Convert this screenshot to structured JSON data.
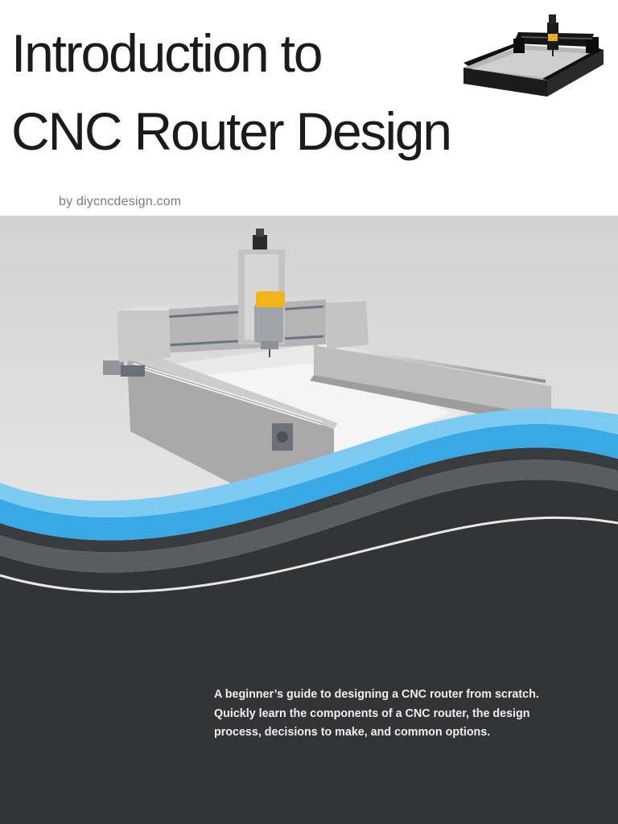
{
  "cover": {
    "title_lines": [
      "Introduction to",
      "CNC Router Design"
    ],
    "byline": "by diycncdesign.com",
    "tagline_lines": [
      "A beginner’s guide to designing a CNC router from scratch.",
      "Quickly learn the components of a CNC router, the design",
      "process, decisions to make, and common options."
    ]
  },
  "colors": {
    "title": "#1b1b1b",
    "byline": "#7b7b7b",
    "wave_light_blue": "#7dcbf3",
    "wave_blue": "#39a9e6",
    "wave_dark": "#333435",
    "wave_mid": "#5b5c5e",
    "tagline": "#eeeeee"
  },
  "icons": {
    "logo": "cnc-router-logo-icon",
    "hero": "cnc-router-render"
  }
}
